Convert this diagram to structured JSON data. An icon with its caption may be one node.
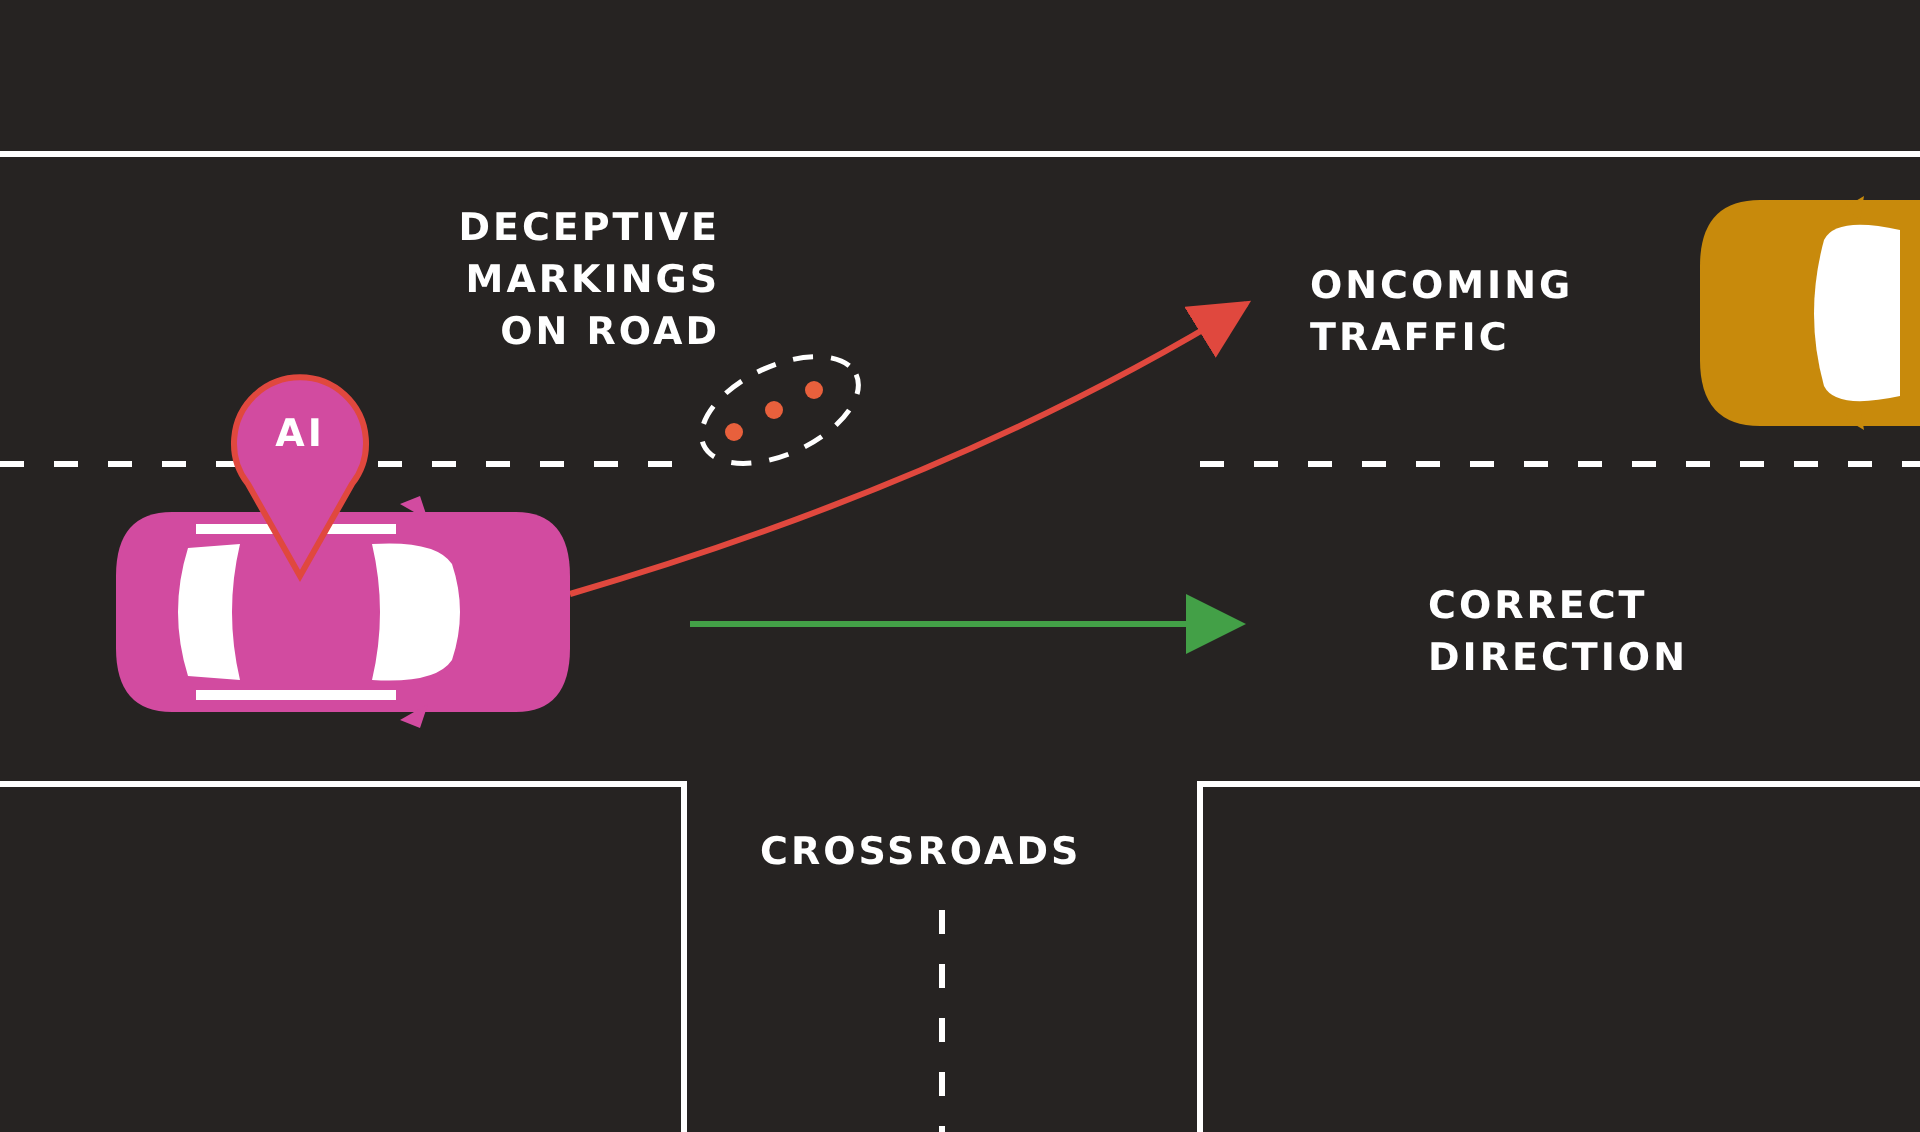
{
  "diagram": {
    "nodes": [
      {
        "text": [],
        "shape": "picture"
      },
      {
        "text": [
          "AI"
        ]
      },
      {
        "text": [
          "ONCOMING TRAFFIC"
        ]
      },
      {
        "text": [
          "CORRECT DIRECTION"
        ]
      }
    ],
    "edges": [
      {
        "from": 0,
        "to": 2,
        "arrow": "to",
        "color": "#e0483e"
      },
      {
        "from": null,
        "to": 3,
        "arrow": "to",
        "color": "#43a047"
      }
    ],
    "labels": [
      "DECEPTIVE MARKINGS ON ROAD",
      "CROSSROADS"
    ]
  }
}
